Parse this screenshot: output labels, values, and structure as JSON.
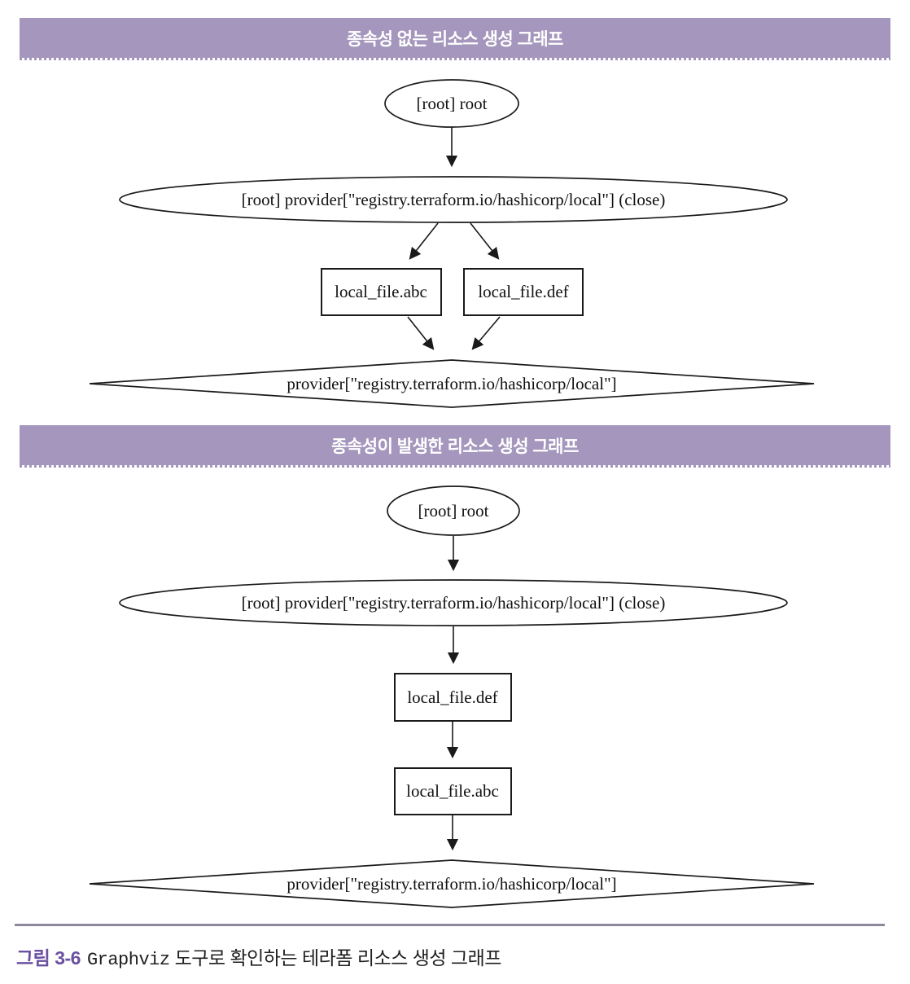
{
  "colors": {
    "header_bg": "#a496bc",
    "header_text": "#ffffff",
    "node_stroke": "#1a1a1a",
    "caption_label": "#6b4fa1",
    "rule": "#8d8799"
  },
  "section1": {
    "header": "종속성 없는 리소스 생성 그래프",
    "nodes": {
      "root": "[root] root",
      "provider_close": "[root] provider[\"registry.terraform.io/hashicorp/local\"] (close)",
      "file_abc": "local_file.abc",
      "file_def": "local_file.def",
      "provider": "provider[\"registry.terraform.io/hashicorp/local\"]"
    }
  },
  "section2": {
    "header": "종속성이 발생한 리소스 생성 그래프",
    "nodes": {
      "root": "[root] root",
      "provider_close": "[root] provider[\"registry.terraform.io/hashicorp/local\"] (close)",
      "file_def": "local_file.def",
      "file_abc": "local_file.abc",
      "provider": "provider[\"registry.terraform.io/hashicorp/local\"]"
    }
  },
  "caption": {
    "label": "그림 3-6",
    "code": "Graphviz",
    "rest": "도구로 확인하는 테라폼 리소스 생성 그래프"
  }
}
